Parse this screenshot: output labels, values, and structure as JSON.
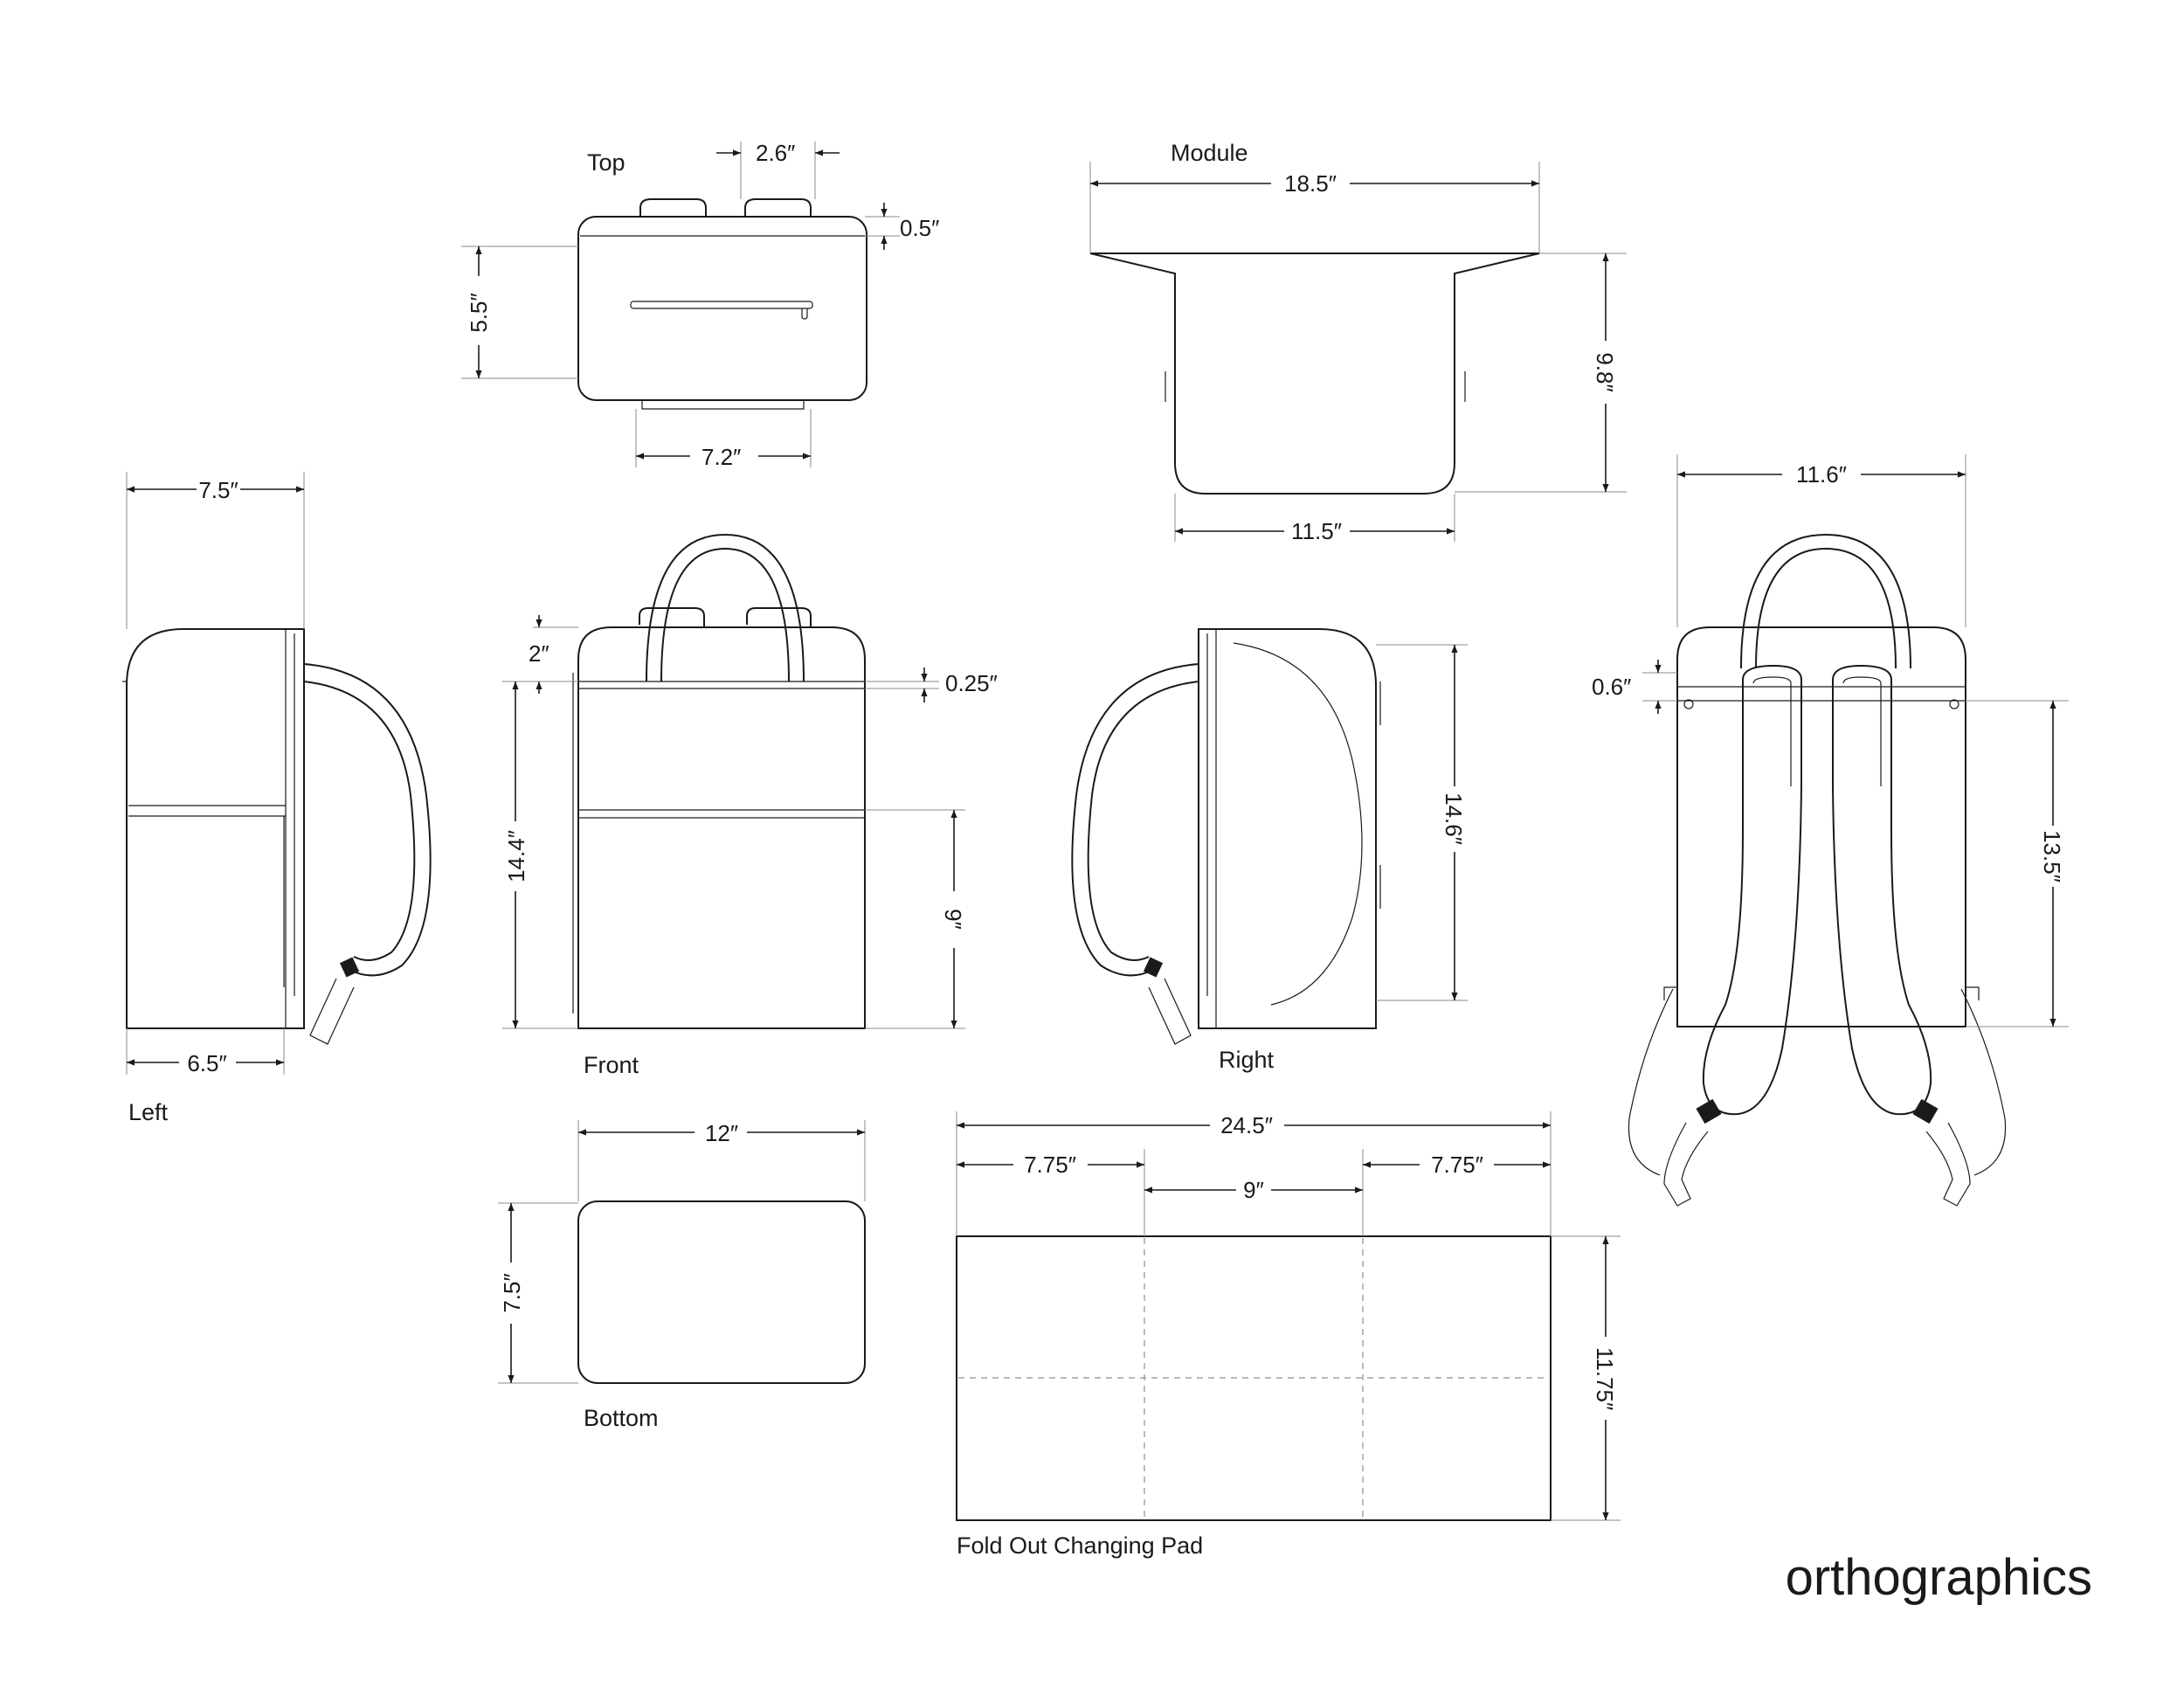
{
  "sheet_title": "orthographics",
  "views": {
    "top": {
      "label": "Top",
      "dims": {
        "handle_spacing": "2.6″",
        "lip": "0.5″",
        "depth": "5.5″",
        "base_width": "7.2″"
      }
    },
    "module": {
      "label": "Module",
      "dims": {
        "overall_width": "18.5″",
        "height": "9.8″",
        "base_width": "11.5″"
      }
    },
    "left": {
      "label": "Left",
      "dims": {
        "top_depth": "7.5″",
        "bottom_depth": "6.5″"
      }
    },
    "front": {
      "label": "Front",
      "dims": {
        "cap_height": "2″",
        "seam": "0.25″",
        "body_height": "14.4″",
        "pocket_height": "9″"
      }
    },
    "right": {
      "label": "Right",
      "dims": {
        "height": "14.6″"
      }
    },
    "back": {
      "label": "",
      "dims": {
        "width": "11.6″",
        "cap_height": "0.6″",
        "panel_height": "13.5″"
      }
    },
    "bottom": {
      "label": "Bottom",
      "dims": {
        "width": "12″",
        "depth": "7.5″"
      }
    },
    "changing_pad": {
      "label": "Fold Out Changing Pad",
      "dims": {
        "overall_width": "24.5″",
        "left_panel": "7.75″",
        "center_panel": "9″",
        "right_panel": "7.75″",
        "height": "11.75″"
      }
    }
  }
}
